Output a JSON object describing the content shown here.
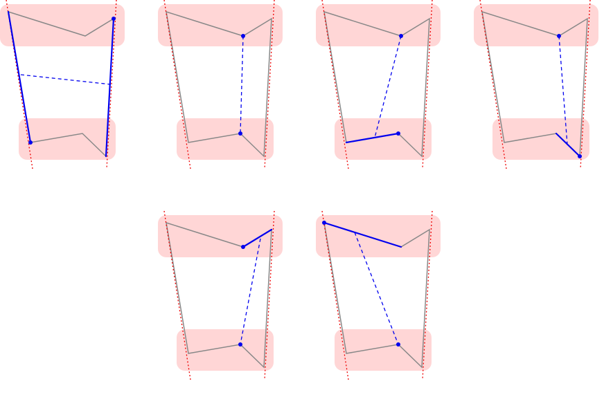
{
  "colors": {
    "background": "#ffffff",
    "band_fill": "#ffd6d6",
    "outline": "#888888",
    "highlight": "#0000ee",
    "boundary": "#ee0000"
  },
  "panel_count": 6,
  "panels": [
    {
      "id": "panel-1",
      "highlight": "left-and-right-sides-with-crossing-distance"
    },
    {
      "id": "panel-2",
      "highlight": "vertex-to-vertex-distance"
    },
    {
      "id": "panel-3",
      "highlight": "vertex-to-lower-edge-distance"
    },
    {
      "id": "panel-4",
      "highlight": "vertex-to-lower-right-edge-distance"
    },
    {
      "id": "panel-5",
      "highlight": "upper-right-edge-to-vertex-distance"
    },
    {
      "id": "panel-6",
      "highlight": "upper-left-edge-to-vertex-distance"
    }
  ]
}
